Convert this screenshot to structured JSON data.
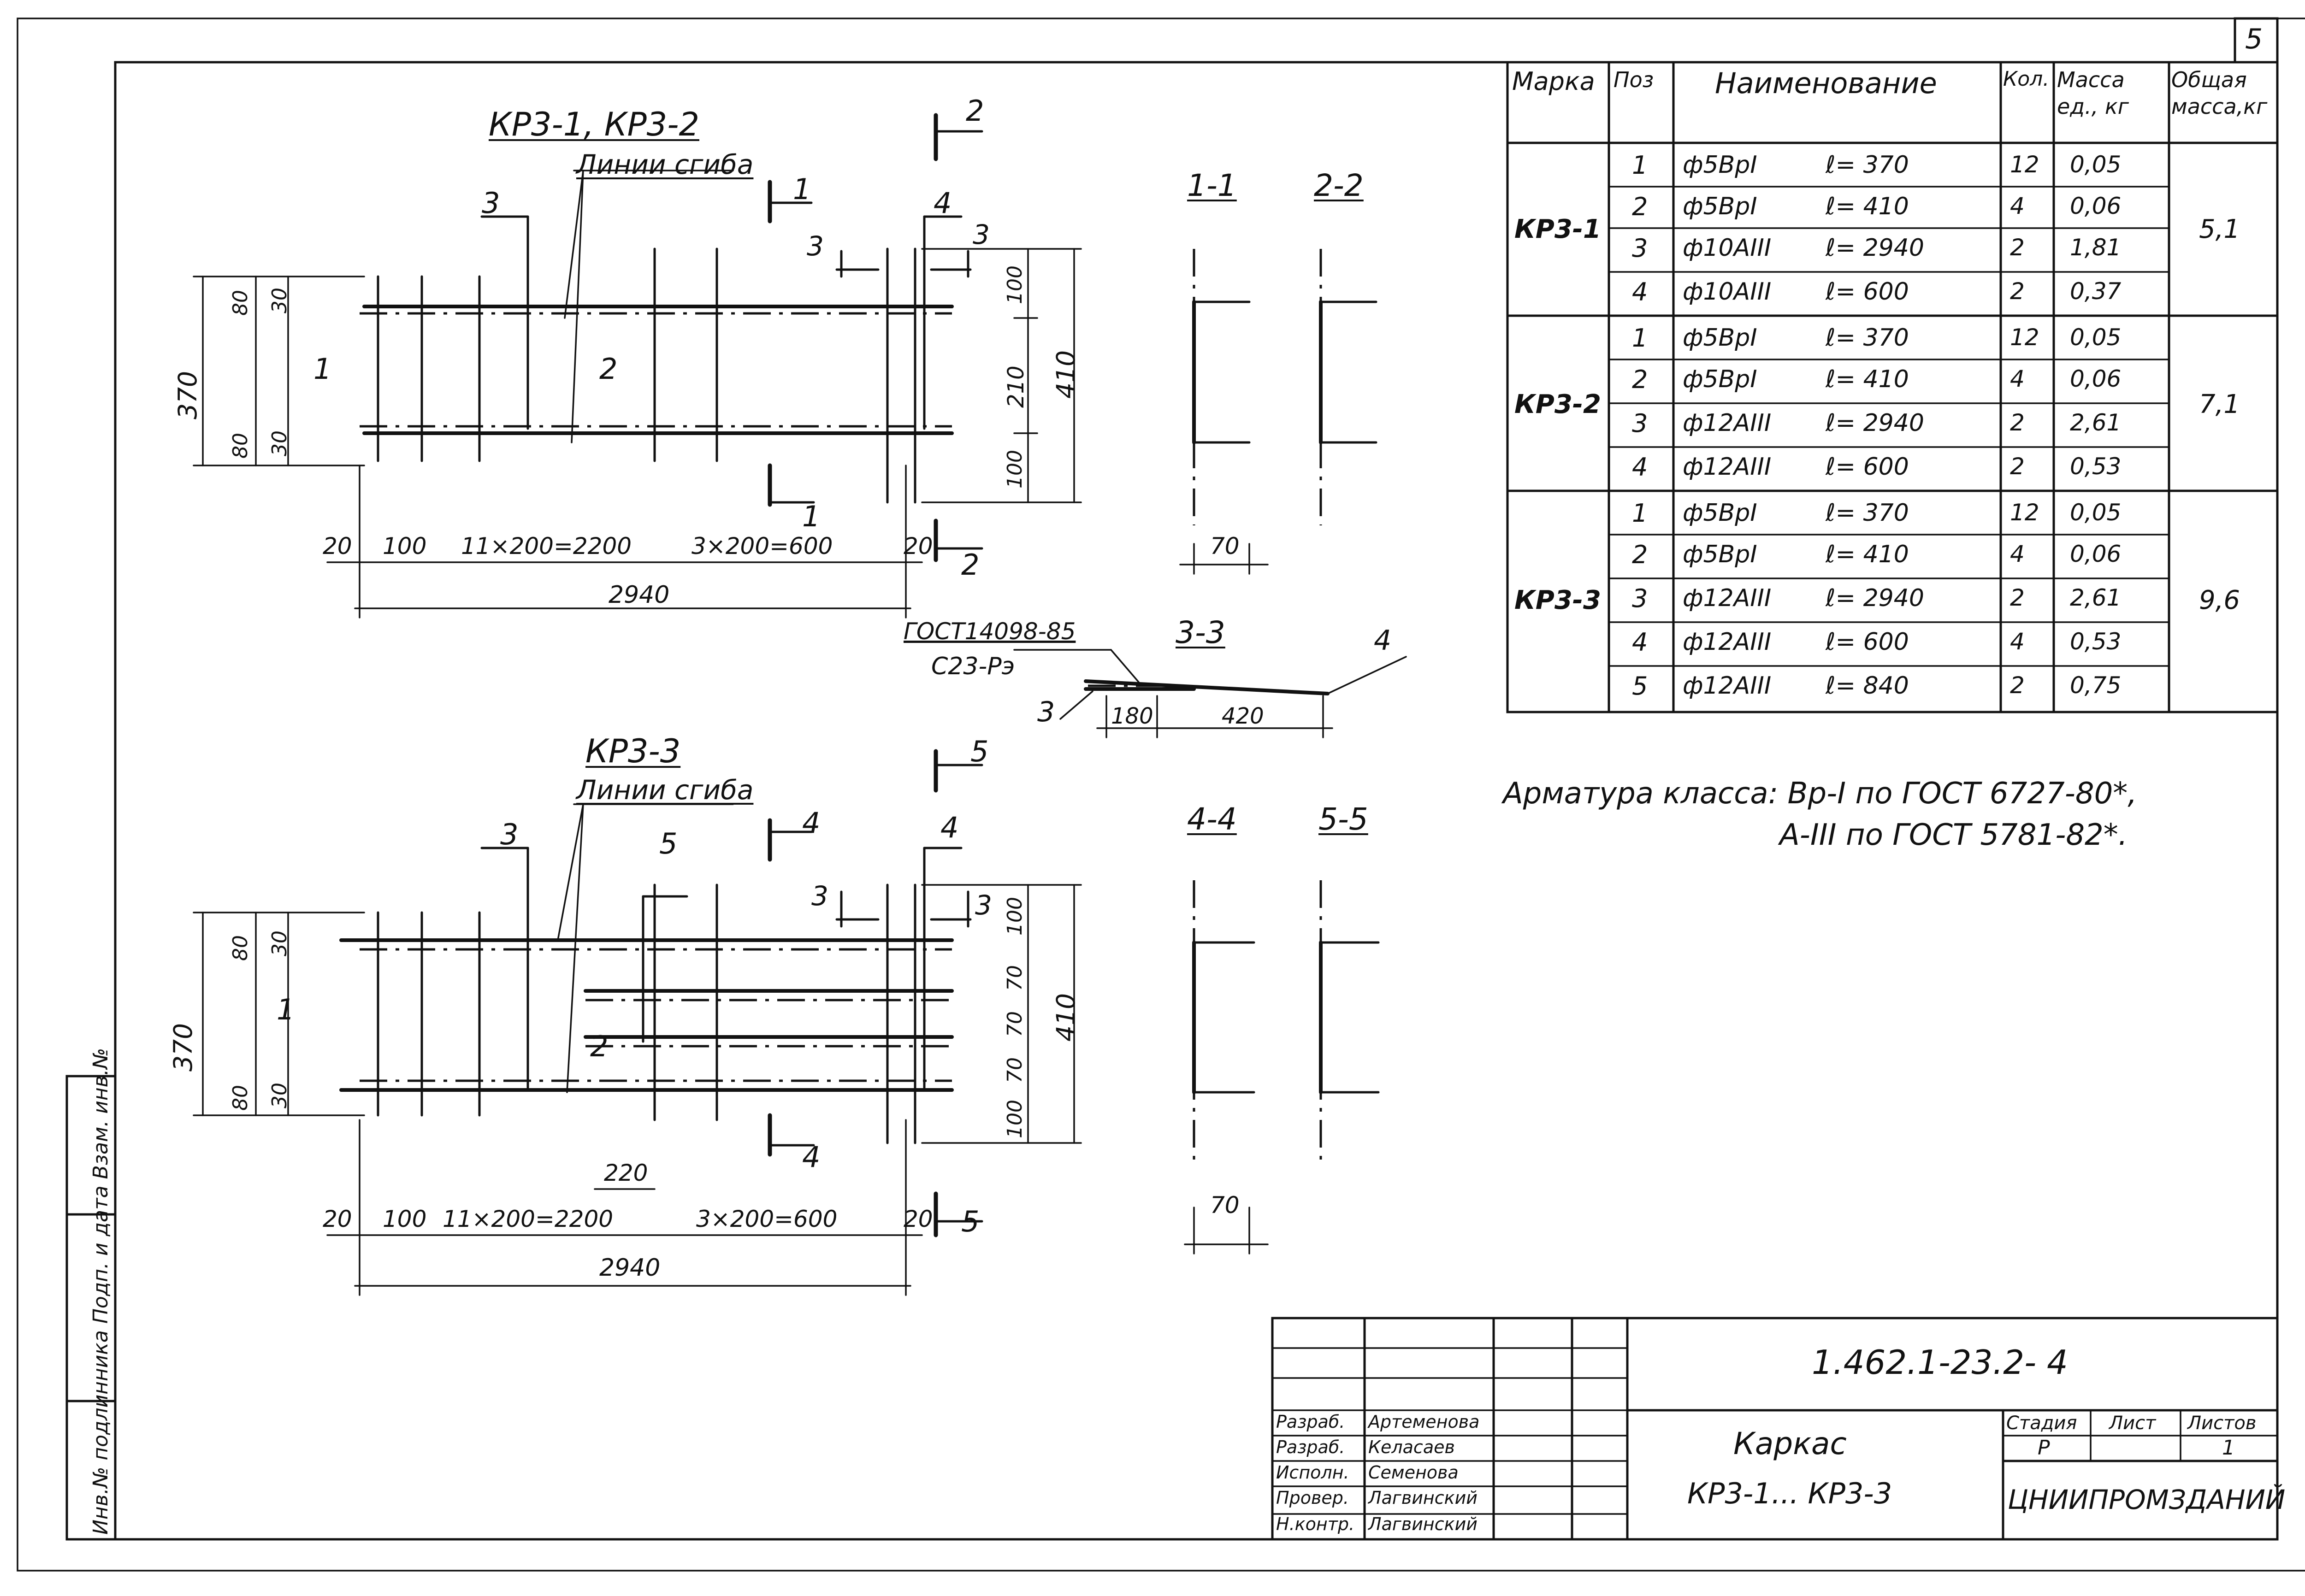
{
  "page_number": "5",
  "views": {
    "top_title": "КР3-1, КР3-2",
    "bottom_title": "КР3-3",
    "bend_note_top": "Линии сгиба",
    "bend_note_bottom": "Линии сгиба",
    "sections": [
      "1-1",
      "2-2",
      "3-3",
      "4-4",
      "5-5"
    ],
    "cut_marks": [
      "1",
      "2",
      "3",
      "4",
      "5"
    ],
    "pos_labels": [
      "1",
      "2",
      "3",
      "4",
      "5"
    ],
    "dims_top": {
      "h370": "370",
      "d80a": "80",
      "d30a": "30",
      "d80b": "80",
      "d30b": "30",
      "d100a": "100",
      "d210": "210",
      "d100b": "100",
      "d410": "410",
      "d20a": "20",
      "d100": "100",
      "span1": "11×200=2200",
      "span2": "3×200=600",
      "d20b": "20",
      "total": "2940"
    },
    "dims_bottom": {
      "h370": "370",
      "d80a": "80",
      "d30a": "30",
      "d80b": "80",
      "d30b": "30",
      "d100a": "100",
      "d70a": "70",
      "d70b": "70",
      "d70c": "70",
      "d100b": "100",
      "d410": "410",
      "d220": "220",
      "d20a": "20",
      "d100": "100",
      "span1": "11×200=2200",
      "span2": "3×200=600",
      "d20b": "20",
      "total": "2940"
    },
    "section_dim_70": "70",
    "weld_note_1": "ГОСТ14098-85",
    "weld_note_2": "С23-Рэ",
    "weld_dim_a": "180",
    "weld_dim_b": "420",
    "weld_pos_a": "3",
    "weld_pos_b": "4"
  },
  "spec_table": {
    "headers": [
      "Марка",
      "Поз",
      "Наименование",
      "Кол.",
      "Масса ед., кг",
      "Общая масса,кг"
    ],
    "groups": [
      {
        "mark": "КР3-1",
        "total": "5,1",
        "rows": [
          {
            "pos": "1",
            "name": "ф5ВрI",
            "len": "ℓ= 370",
            "qty": "12",
            "mass": "0,05"
          },
          {
            "pos": "2",
            "name": "ф5ВрI",
            "len": "ℓ= 410",
            "qty": "4",
            "mass": "0,06"
          },
          {
            "pos": "3",
            "name": "ф10АIII",
            "len": "ℓ= 2940",
            "qty": "2",
            "mass": "1,81"
          },
          {
            "pos": "4",
            "name": "ф10АIII",
            "len": "ℓ= 600",
            "qty": "2",
            "mass": "0,37"
          }
        ]
      },
      {
        "mark": "КР3-2",
        "total": "7,1",
        "rows": [
          {
            "pos": "1",
            "name": "ф5ВрI",
            "len": "ℓ= 370",
            "qty": "12",
            "mass": "0,05"
          },
          {
            "pos": "2",
            "name": "ф5ВрI",
            "len": "ℓ= 410",
            "qty": "4",
            "mass": "0,06"
          },
          {
            "pos": "3",
            "name": "ф12АIII",
            "len": "ℓ= 2940",
            "qty": "2",
            "mass": "2,61"
          },
          {
            "pos": "4",
            "name": "ф12АIII",
            "len": "ℓ= 600",
            "qty": "2",
            "mass": "0,53"
          }
        ]
      },
      {
        "mark": "КР3-3",
        "total": "9,6",
        "rows": [
          {
            "pos": "1",
            "name": "ф5ВрI",
            "len": "ℓ= 370",
            "qty": "12",
            "mass": "0,05"
          },
          {
            "pos": "2",
            "name": "ф5ВрI",
            "len": "ℓ= 410",
            "qty": "4",
            "mass": "0,06"
          },
          {
            "pos": "3",
            "name": "ф12АIII",
            "len": "ℓ= 2940",
            "qty": "2",
            "mass": "2,61"
          },
          {
            "pos": "4",
            "name": "ф12АIII",
            "len": "ℓ= 600",
            "qty": "4",
            "mass": "0,53"
          },
          {
            "pos": "5",
            "name": "ф12АIII",
            "len": "ℓ= 840",
            "qty": "2",
            "mass": "0,75"
          }
        ]
      }
    ]
  },
  "note_line1": "Арматура класса: Вр-I по ГОСТ 6727-80*,",
  "note_line2": "А-III по ГОСТ 5781-82*.",
  "left_stamp": "Инв.№ подлинника  Подп. и дата  Взам. инв.№",
  "title_block": {
    "code": "1.462.1-23.2- 4",
    "name_line1": "Каркас",
    "name_line2": "КР3-1... КР3-3",
    "stage_header": "Стадия",
    "sheet_header": "Лист",
    "sheets_header": "Листов",
    "stage": "Р",
    "sheets": "1",
    "org": "ЦНИИПРОМЗДАНИЙ",
    "people": [
      {
        "role": "Разраб.",
        "name": "Артеменова"
      },
      {
        "role": "Разраб.",
        "name": "Келасаев"
      },
      {
        "role": "Исполн.",
        "name": "Семенова"
      },
      {
        "role": "Провер.",
        "name": "Лагвинский"
      },
      {
        "role": "Н.контр.",
        "name": "Лагвинский"
      }
    ]
  }
}
